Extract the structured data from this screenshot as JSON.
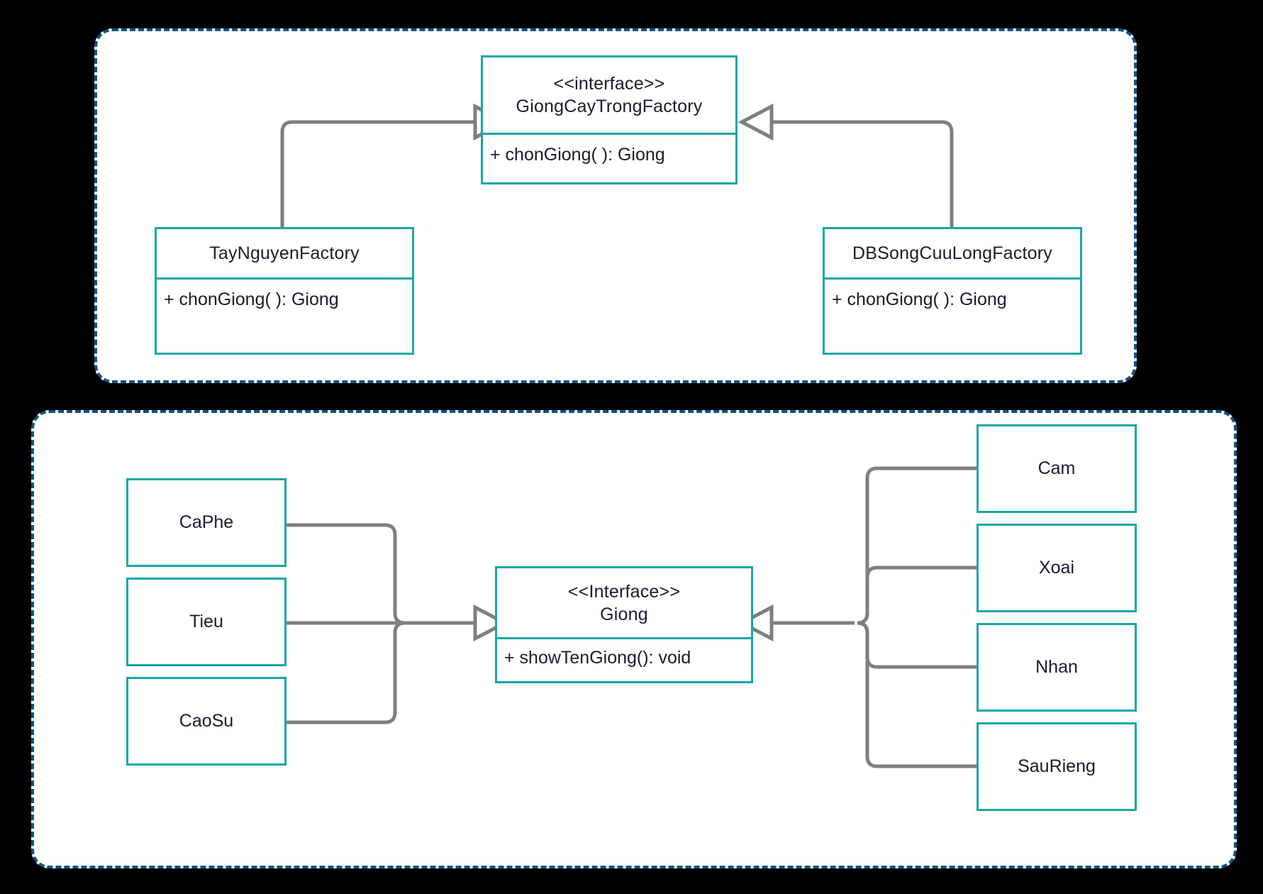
{
  "page": {
    "background": "#000000",
    "panel_border_color": "#0d5484",
    "box_border_color": "#17a8a5",
    "connector_color": "#7f7f7f",
    "text_color": "#1b1b2f"
  },
  "panels": {
    "factory": {
      "name": "abstract-factory-panel"
    },
    "products": {
      "name": "product-hierarchy-panel"
    }
  },
  "factory_diagram": {
    "interface": {
      "stereotype": "<<interface>>",
      "name": "GiongCayTrongFactory",
      "methods": [
        "+ chonGiong( ): Giong"
      ]
    },
    "implementations": [
      {
        "name": "TayNguyenFactory",
        "methods": [
          "+ chonGiong( ): Giong"
        ]
      },
      {
        "name": "DBSongCuuLongFactory",
        "methods": [
          "+ chonGiong( ): Giong"
        ]
      }
    ]
  },
  "product_diagram": {
    "interface": {
      "stereotype": "<<Interface>>",
      "name": "Giong",
      "methods": [
        "+ showTenGiong():  void"
      ]
    },
    "left_products": [
      {
        "name": "CaPhe"
      },
      {
        "name": "Tieu"
      },
      {
        "name": "CaoSu"
      }
    ],
    "right_products": [
      {
        "name": "Cam"
      },
      {
        "name": "Xoai"
      },
      {
        "name": "Nhan"
      },
      {
        "name": "SauRieng"
      }
    ]
  }
}
